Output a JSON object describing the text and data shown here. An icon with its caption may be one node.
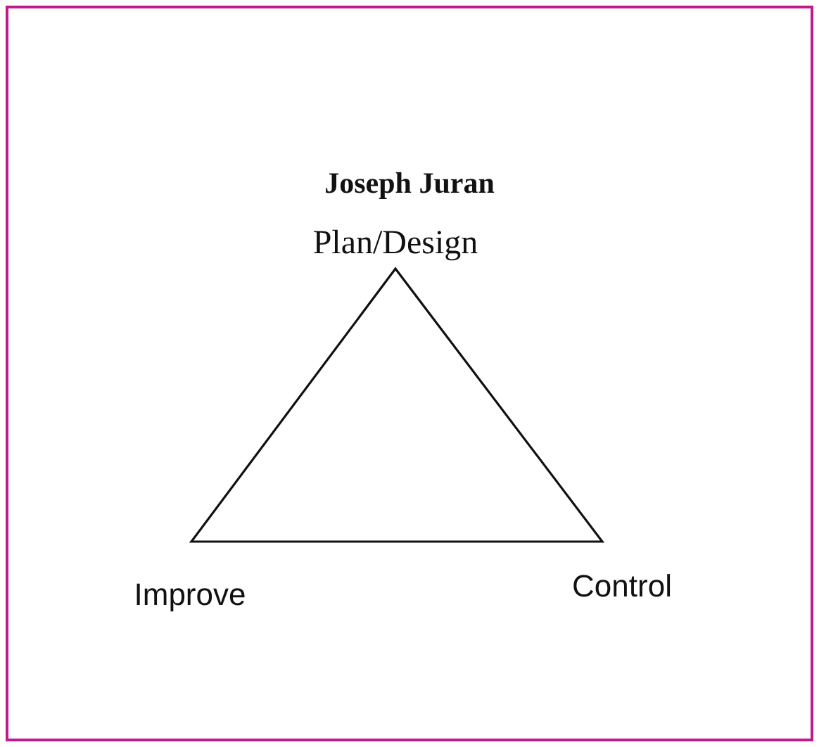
{
  "diagram": {
    "title": "Joseph Juran",
    "labels": [
      "Plan/Design",
      "Improve",
      "Control"
    ]
  }
}
